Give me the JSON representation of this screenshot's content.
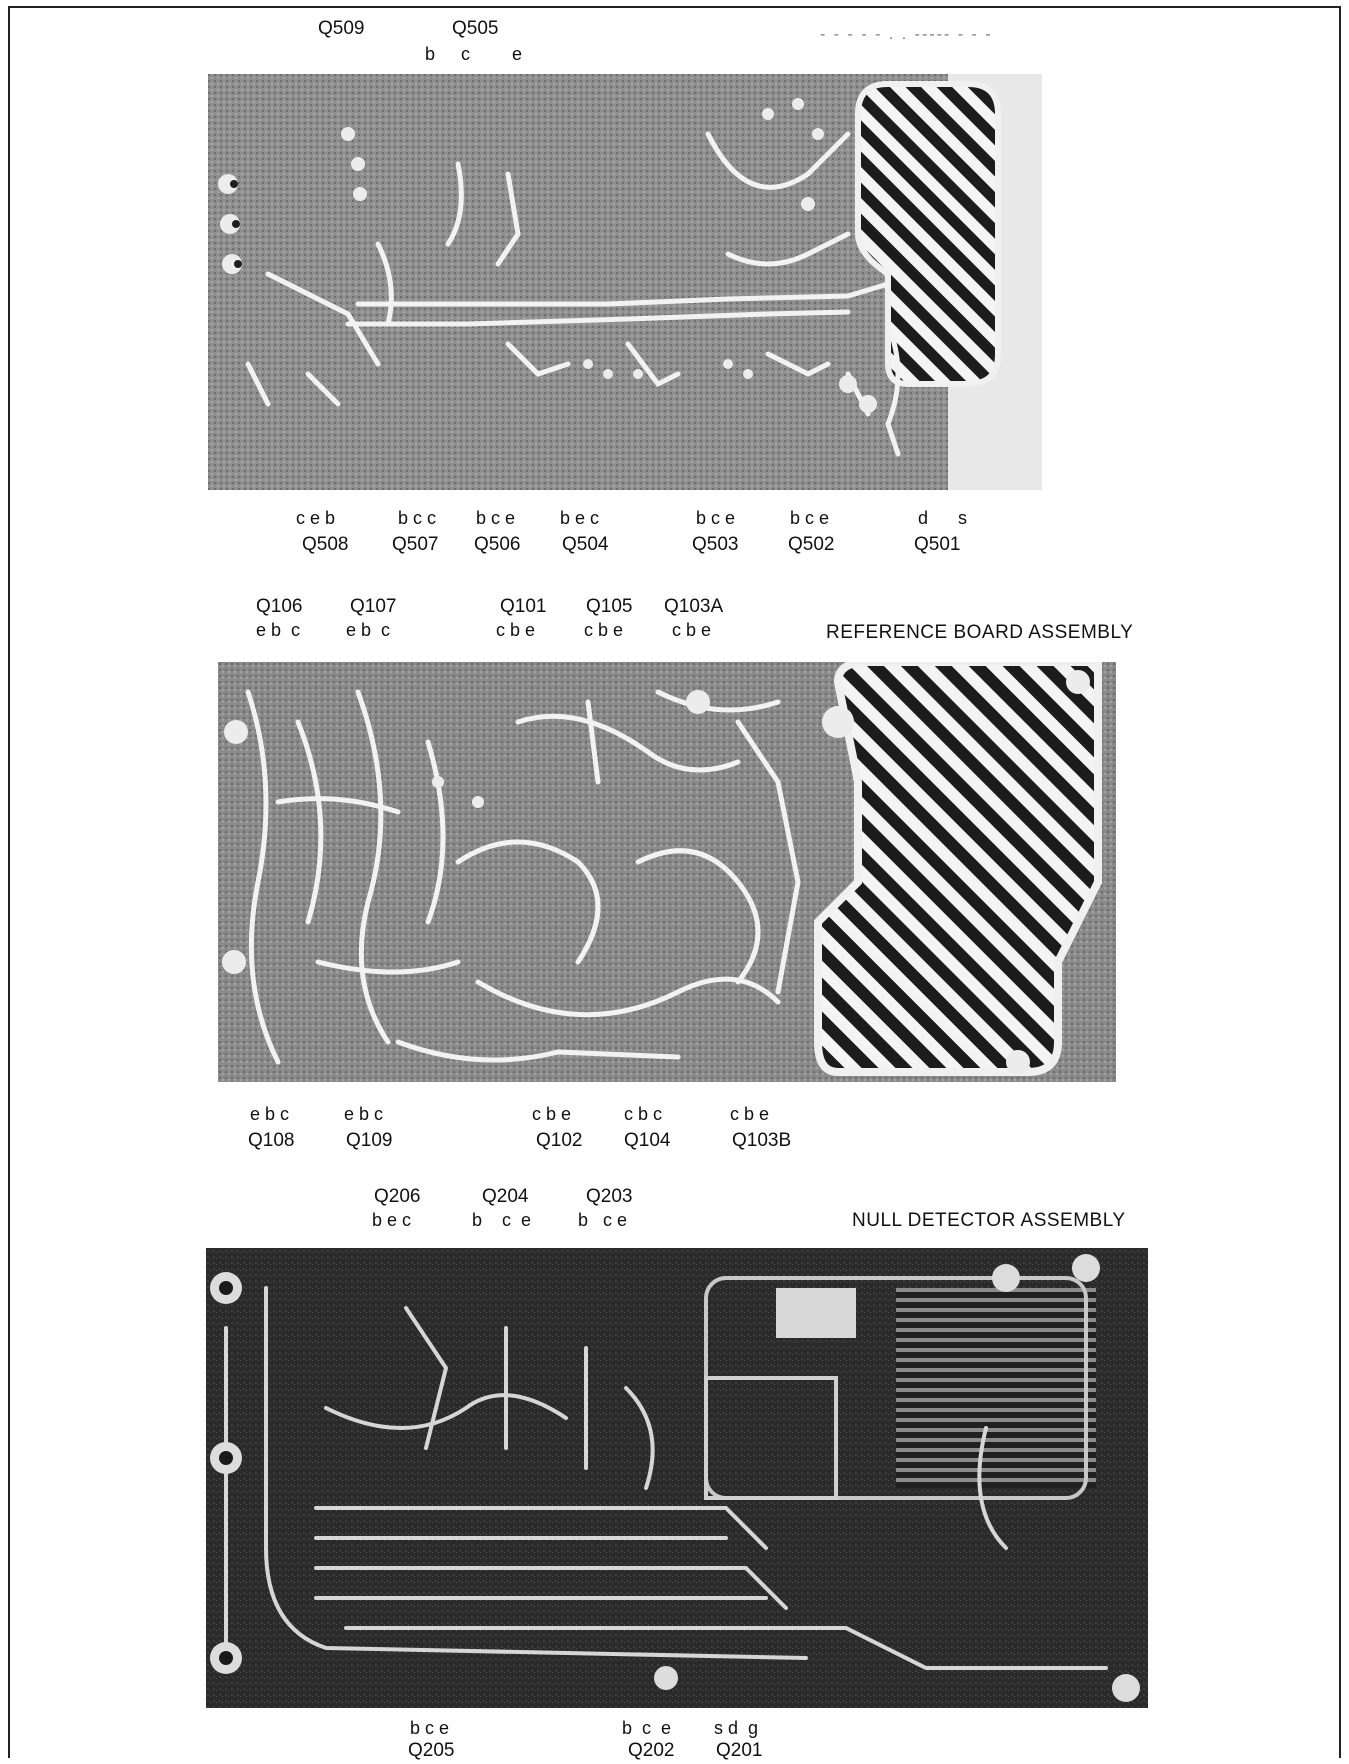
{
  "header_text": "- - - - -   . .   ----- - - -",
  "colors": {
    "board_gray": "#8f8f8f",
    "board_dark": "#2b2b2b",
    "trace_light": "#f2f2f2"
  },
  "boards": [
    {
      "id": "power-board",
      "title": "",
      "top_labels": [
        {
          "name": "Q509"
        },
        {
          "name": "Q505"
        }
      ],
      "top_pins": [
        "b",
        "c",
        "e"
      ],
      "bottom_pin_groups": [
        {
          "pins": "c e b",
          "name": "Q508"
        },
        {
          "pins": "b c c",
          "name": "Q507"
        },
        {
          "pins": "b c e",
          "name": "Q506"
        },
        {
          "pins": "b  e  c",
          "name": "Q504"
        },
        {
          "pins": "b c e",
          "name": "Q503"
        },
        {
          "pins": "b c e",
          "name": "Q502"
        },
        {
          "pins": "d      s",
          "name": "Q501"
        }
      ]
    },
    {
      "id": "reference-board",
      "title": "REFERENCE BOARD ASSEMBLY",
      "top_groups": [
        {
          "name": "Q106",
          "pins": "e b  c"
        },
        {
          "name": "Q107",
          "pins": "e b  c"
        },
        {
          "name": "Q101",
          "pins": "c b e"
        },
        {
          "name": "Q105",
          "pins": "c b e"
        },
        {
          "name": "Q103A",
          "pins": "c b e"
        }
      ],
      "bottom_groups": [
        {
          "name": "Q108",
          "pins": "e b c"
        },
        {
          "name": "Q109",
          "pins": "e b c"
        },
        {
          "name": "Q102",
          "pins": "c b e"
        },
        {
          "name": "Q104",
          "pins": "c b c"
        },
        {
          "name": "Q103B",
          "pins": "c b e"
        }
      ]
    },
    {
      "id": "null-detector",
      "title": "NULL DETECTOR ASSEMBLY",
      "top_groups": [
        {
          "name": "Q206",
          "pins": "b e c"
        },
        {
          "name": "Q204",
          "pins": "b    c  e"
        },
        {
          "name": "Q203",
          "pins": "b   c e"
        }
      ],
      "bottom_groups": [
        {
          "name": "Q205",
          "pins": "b c e"
        },
        {
          "name": "Q202",
          "pins": "b  c  e"
        },
        {
          "name": "Q201",
          "pins": "s d  g"
        }
      ]
    }
  ]
}
